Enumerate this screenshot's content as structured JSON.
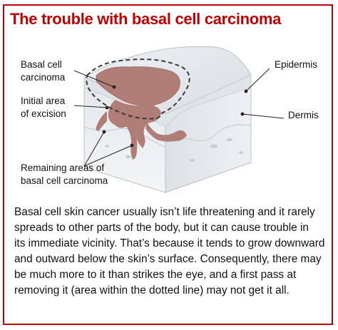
{
  "title": "The trouble with basal cell carcinoma",
  "labels": {
    "bcc": [
      "Basal cell",
      "carcinoma"
    ],
    "excision": [
      "Initial area",
      "of excision"
    ],
    "remaining": [
      "Remaining areas of",
      "basal cell carcinoma"
    ],
    "epidermis": "Epidermis",
    "dermis": "Dermis"
  },
  "body": [
    "Basal cell skin cancer usually isn’t life threatening and it rarely",
    "spreads to other parts of the body, but it can cause trouble in",
    "its immediate vicinity. That’s because it tends to grow downward",
    "and outward below the skin’s surface. Consequently, there may",
    "be much more to it than strikes the eye, and a first pass at",
    "removing it (area within the dotted line) may not get it all."
  ],
  "colors": {
    "border": "#c00000",
    "title": "#c00000",
    "tumor": "#b07e76",
    "skin": "#e9ecef"
  }
}
